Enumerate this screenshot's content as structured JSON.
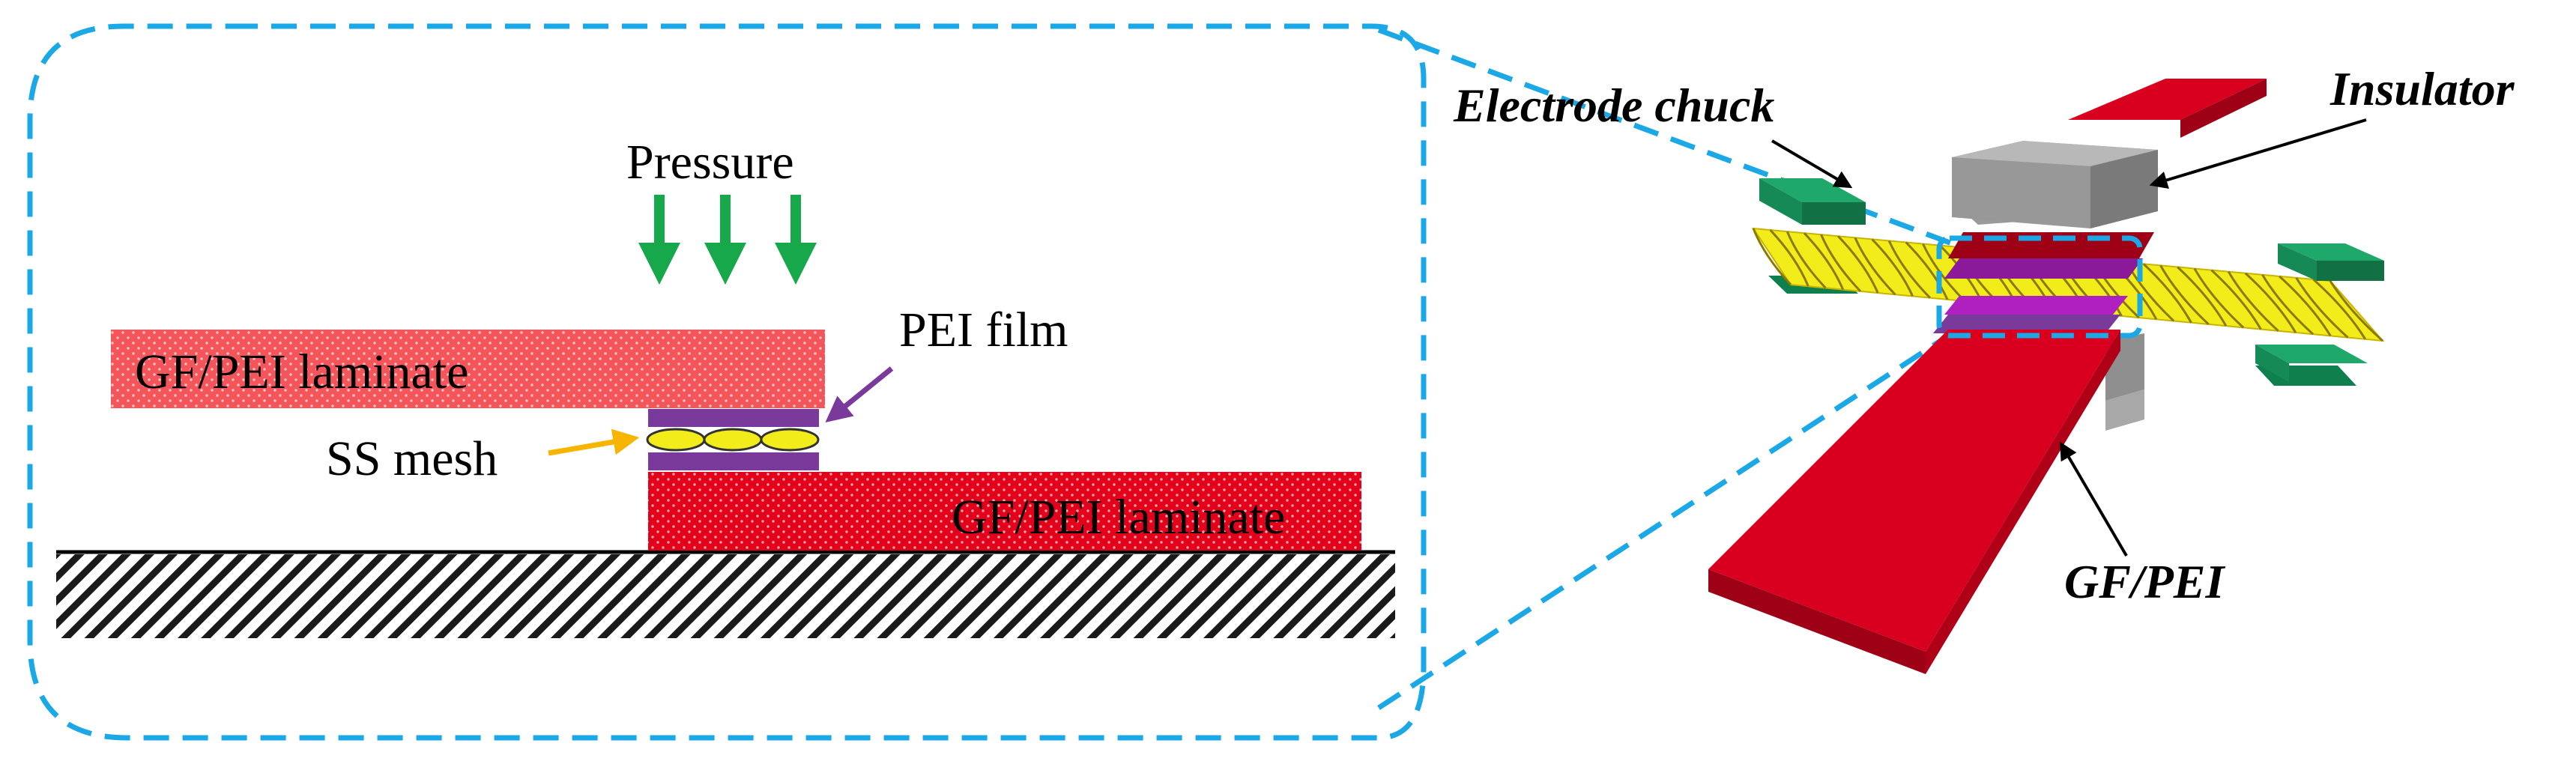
{
  "left_panel": {
    "pressure_label": "Pressure",
    "upper_laminate_label": "GF/PEI laminate",
    "lower_laminate_label": "GF/PEI laminate",
    "pei_film_label": "PEI film",
    "ss_mesh_label": "SS mesh"
  },
  "right_panel": {
    "electrode_chuck_label": "Electrode chuck",
    "insulator_label": "Insulator",
    "gf_pei_label": "GF/PEI"
  },
  "colors": {
    "dashed_outline": "#1aa8e6",
    "laminate_light": "#f4555a",
    "laminate_red": "#e2001a",
    "pressure_arrow": "#16a84a",
    "pei_film": "#7a3a9c",
    "ss_mesh": "#f2ec1a",
    "mesh_arrow": "#f7b500",
    "electrode": "#1ea86a",
    "insulator": "#9a9a9a",
    "strip": "#d8001e"
  }
}
